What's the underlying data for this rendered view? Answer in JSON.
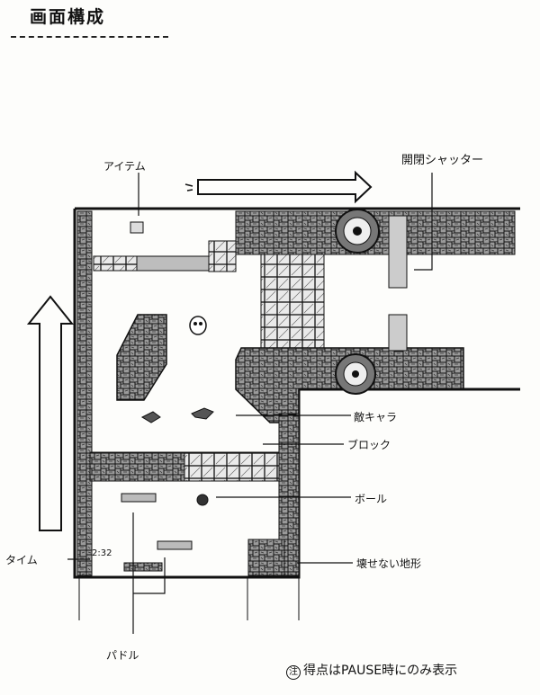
{
  "title": "画面構成",
  "labels": {
    "item": "アイテム",
    "shutter": "開閉シャッター",
    "enemy": "敵キャラ",
    "block": "ブロック",
    "ball": "ボール",
    "time": "タイム",
    "indestructible": "壊せない地形",
    "paddle": "パドル"
  },
  "timer_value": "2:32",
  "note": {
    "mark": "注",
    "text": "得点はPAUSE時にのみ表示"
  },
  "icons": [
    "arrow-up-icon",
    "arrow-right-icon",
    "skull-icon",
    "bird-icon",
    "ball-icon",
    "gear-icon"
  ]
}
